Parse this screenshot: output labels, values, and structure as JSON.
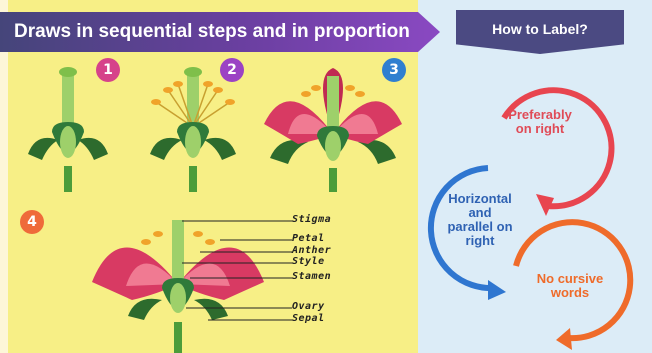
{
  "title": "Draws in sequential steps and in proportion",
  "label_header": "How to Label?",
  "steps": [
    {
      "number": "1",
      "color": "#d6428a"
    },
    {
      "number": "2",
      "color": "#9b42c4"
    },
    {
      "number": "3",
      "color": "#2f7fd0"
    },
    {
      "number": "4",
      "color": "#ef6b3a"
    }
  ],
  "parts": [
    "Stigma",
    "Petal",
    "Anther",
    "Style",
    "Stamen",
    "Ovary",
    "Sepal"
  ],
  "tips": [
    {
      "text_line1": "Preferably",
      "text_line2": "on right",
      "color": "#e04b57"
    },
    {
      "text_line1": "Horizontal",
      "text_line2": "and",
      "text_line3": "parallel on",
      "text_line4": "right",
      "color": "#2f62b3"
    },
    {
      "text_line1": "No cursive",
      "text_line2": "words",
      "color": "#ef6b2a"
    }
  ]
}
